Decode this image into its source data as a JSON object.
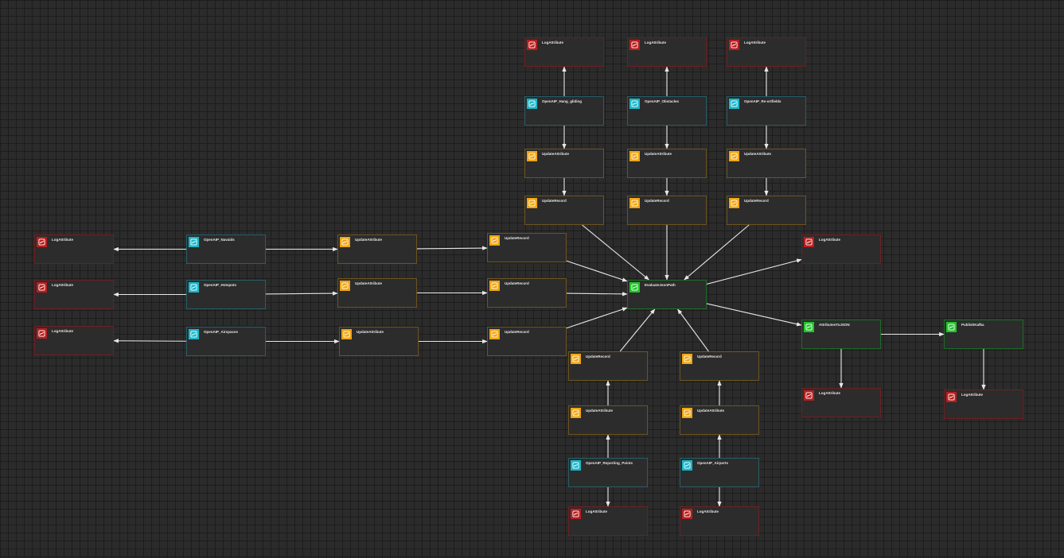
{
  "colors": {
    "background": "#2b2b2b",
    "grid": "#1d1d1d",
    "node_fill": "#2c2c2c",
    "log_icon": "#b81e1e",
    "source_icon": "#19b7c9",
    "update_icon": "#f0a510",
    "core_icon": "#21c42a",
    "edge": "#e8e8e8"
  },
  "nodes": [
    {
      "id": "n1",
      "label": "LogAttribute",
      "type": "red",
      "icon": "processor-icon"
    },
    {
      "id": "n2",
      "label": "LogAttribute",
      "type": "red",
      "icon": "processor-icon"
    },
    {
      "id": "n3",
      "label": "LogAttribute",
      "type": "red",
      "icon": "processor-icon"
    },
    {
      "id": "n4",
      "label": "OpenAIP_Hang_gliding",
      "type": "cyan",
      "icon": "processor-icon"
    },
    {
      "id": "n5",
      "label": "OpenAIP_Obstacles",
      "type": "cyan",
      "icon": "processor-icon"
    },
    {
      "id": "n6",
      "label": "OpenAIP_Re-ortfields",
      "type": "cyan",
      "icon": "processor-icon"
    },
    {
      "id": "n7",
      "label": "UpdateAttribute",
      "type": "orange",
      "icon": "processor-icon"
    },
    {
      "id": "n8",
      "label": "UpdateAttribute",
      "type": "orange",
      "icon": "processor-icon"
    },
    {
      "id": "n9",
      "label": "UpdateAttribute",
      "type": "orange",
      "icon": "processor-icon"
    },
    {
      "id": "n10",
      "label": "UpdateRecord",
      "type": "orange",
      "icon": "processor-icon"
    },
    {
      "id": "n11",
      "label": "UpdateRecord",
      "type": "orange",
      "icon": "processor-icon"
    },
    {
      "id": "n12",
      "label": "UpdateRecord",
      "type": "orange",
      "icon": "processor-icon"
    },
    {
      "id": "n13",
      "label": "LogAttribute",
      "type": "red",
      "icon": "processor-icon"
    },
    {
      "id": "n14",
      "label": "LogAttribute",
      "type": "red",
      "icon": "processor-icon"
    },
    {
      "id": "n15",
      "label": "LogAttribute",
      "type": "red",
      "icon": "processor-icon"
    },
    {
      "id": "n16",
      "label": "OpenAIP_Navaids",
      "type": "cyan",
      "icon": "processor-icon"
    },
    {
      "id": "n17",
      "label": "OpenAIP_Hotspots",
      "type": "cyan",
      "icon": "processor-icon"
    },
    {
      "id": "n18",
      "label": "OpenAIP_Airspaces",
      "type": "cyan",
      "icon": "processor-icon"
    },
    {
      "id": "n19",
      "label": "UpdateAttribute",
      "type": "orange",
      "icon": "processor-icon"
    },
    {
      "id": "n20",
      "label": "UpdateAttribute",
      "type": "orange",
      "icon": "processor-icon"
    },
    {
      "id": "n21",
      "label": "UpdateAttribute",
      "type": "orange",
      "icon": "processor-icon"
    },
    {
      "id": "n22",
      "label": "UpdateRecord",
      "type": "orange",
      "icon": "processor-icon"
    },
    {
      "id": "n23",
      "label": "UpdateRecord",
      "type": "orange",
      "icon": "processor-icon"
    },
    {
      "id": "n24",
      "label": "UpdateRecord",
      "type": "orange",
      "icon": "processor-icon"
    },
    {
      "id": "n25",
      "label": "EvaluateJsonPath",
      "type": "green",
      "icon": "processor-icon"
    },
    {
      "id": "n26",
      "label": "LogAttribute",
      "type": "red",
      "icon": "processor-icon"
    },
    {
      "id": "n27",
      "label": "AttributesToJSON",
      "type": "green",
      "icon": "processor-icon"
    },
    {
      "id": "n28",
      "label": "PublishKafka",
      "type": "green",
      "icon": "processor-icon"
    },
    {
      "id": "n29",
      "label": "LogAttribute",
      "type": "red",
      "icon": "processor-icon"
    },
    {
      "id": "n30",
      "label": "LogAttribute",
      "type": "red",
      "icon": "processor-icon"
    },
    {
      "id": "n31",
      "label": "UpdateRecord",
      "type": "orange",
      "icon": "processor-icon"
    },
    {
      "id": "n32",
      "label": "UpdateRecord",
      "type": "orange",
      "icon": "processor-icon"
    },
    {
      "id": "n33",
      "label": "UpdateAttribute",
      "type": "orange",
      "icon": "processor-icon"
    },
    {
      "id": "n34",
      "label": "UpdateAttribute",
      "type": "orange",
      "icon": "processor-icon"
    },
    {
      "id": "n35",
      "label": "OpenAIP_Reporting_Points",
      "type": "cyan",
      "icon": "processor-icon"
    },
    {
      "id": "n36",
      "label": "OpenAIP_Airports",
      "type": "cyan",
      "icon": "processor-icon"
    },
    {
      "id": "n37",
      "label": "LogAttribute",
      "type": "red",
      "icon": "processor-icon"
    },
    {
      "id": "n38",
      "label": "LogAttribute",
      "type": "red",
      "icon": "processor-icon"
    }
  ],
  "edges": [
    {
      "from": "n4",
      "to": "n1"
    },
    {
      "from": "n5",
      "to": "n2"
    },
    {
      "from": "n6",
      "to": "n3"
    },
    {
      "from": "n4",
      "to": "n7"
    },
    {
      "from": "n5",
      "to": "n8"
    },
    {
      "from": "n6",
      "to": "n9"
    },
    {
      "from": "n7",
      "to": "n10"
    },
    {
      "from": "n8",
      "to": "n11"
    },
    {
      "from": "n9",
      "to": "n12"
    },
    {
      "from": "n10",
      "to": "n25"
    },
    {
      "from": "n11",
      "to": "n25"
    },
    {
      "from": "n12",
      "to": "n25"
    },
    {
      "from": "n16",
      "to": "n13"
    },
    {
      "from": "n17",
      "to": "n14"
    },
    {
      "from": "n18",
      "to": "n15"
    },
    {
      "from": "n16",
      "to": "n19"
    },
    {
      "from": "n17",
      "to": "n20"
    },
    {
      "from": "n18",
      "to": "n21"
    },
    {
      "from": "n19",
      "to": "n22"
    },
    {
      "from": "n20",
      "to": "n23"
    },
    {
      "from": "n21",
      "to": "n24"
    },
    {
      "from": "n22",
      "to": "n25"
    },
    {
      "from": "n23",
      "to": "n25"
    },
    {
      "from": "n24",
      "to": "n25"
    },
    {
      "from": "n25",
      "to": "n26"
    },
    {
      "from": "n25",
      "to": "n27"
    },
    {
      "from": "n27",
      "to": "n28"
    },
    {
      "from": "n27",
      "to": "n29"
    },
    {
      "from": "n28",
      "to": "n30"
    },
    {
      "from": "n31",
      "to": "n25"
    },
    {
      "from": "n32",
      "to": "n25"
    },
    {
      "from": "n33",
      "to": "n31"
    },
    {
      "from": "n34",
      "to": "n32"
    },
    {
      "from": "n35",
      "to": "n33"
    },
    {
      "from": "n36",
      "to": "n34"
    },
    {
      "from": "n35",
      "to": "n37"
    },
    {
      "from": "n36",
      "to": "n38"
    }
  ]
}
